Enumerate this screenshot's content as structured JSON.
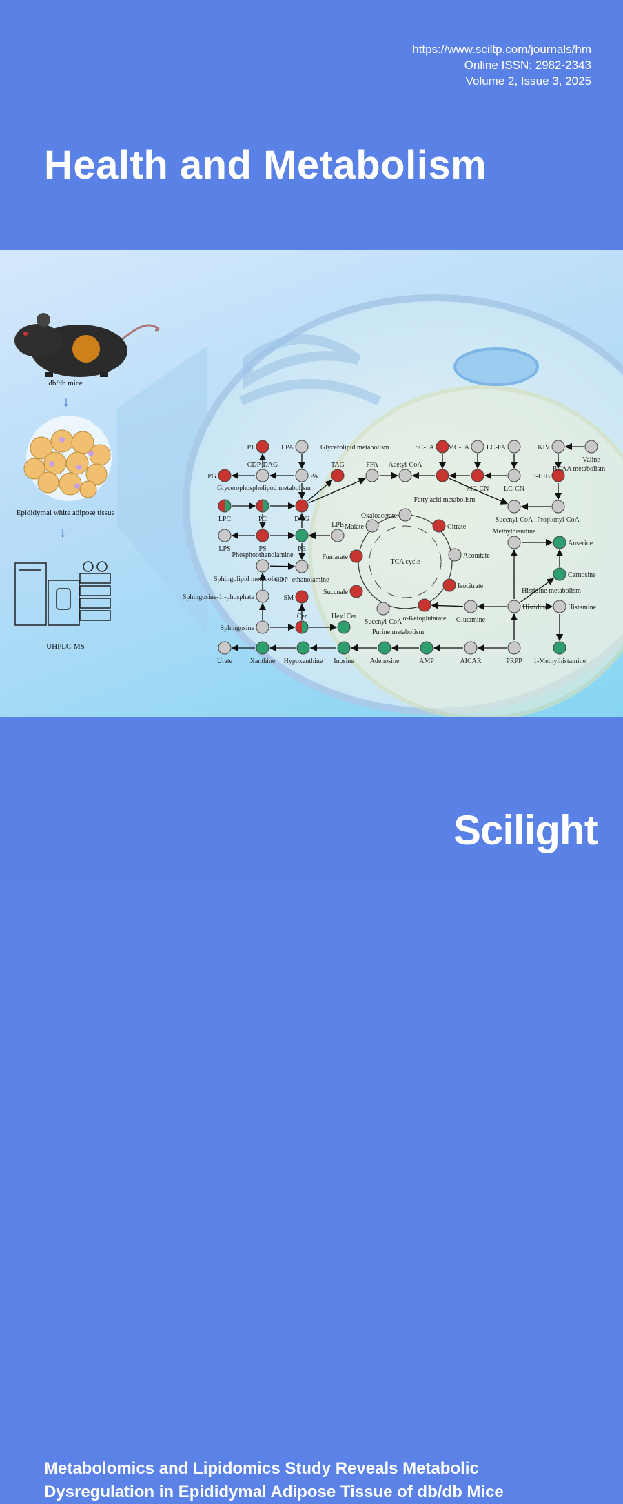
{
  "header": {
    "url": "https://www.sciltp.com/journals/hm",
    "issn": "Online ISSN: 2982-2343",
    "volume": "Volume 2, Issue 3, 2025",
    "journal_title": "Health and Metabolism"
  },
  "workflow": {
    "step1": "db/db mice",
    "step2": "Epididymal white adipose tissue",
    "step3": "UHPLC-MS"
  },
  "pathway": {
    "colors": {
      "up": "#c8342f",
      "down": "#2f9e6e",
      "unchanged": "#c9c9c9"
    },
    "groups": [
      "Glycerolipid  metabolism",
      "Glycerophospholipod metabolism",
      "Fatty acid metabolism",
      "BCAA metabolism",
      "Histidine metabolism",
      "Purine metabolism",
      "Sphingolipid metabolism",
      "TCA cycle"
    ],
    "nodes": [
      {
        "label": "P1",
        "state": "up"
      },
      {
        "label": "LPA",
        "state": "unchanged"
      },
      {
        "label": "PG",
        "state": "up"
      },
      {
        "label": "CDP-DAG",
        "state": "unchanged"
      },
      {
        "label": "PA",
        "state": "unchanged"
      },
      {
        "label": "TAG",
        "state": "up"
      },
      {
        "label": "FFA",
        "state": "unchanged"
      },
      {
        "label": "Acetyl-CoA",
        "state": "unchanged"
      },
      {
        "label": "DAG",
        "state": "up"
      },
      {
        "label": "PC",
        "state": "mixed"
      },
      {
        "label": "LPC",
        "state": "mixed"
      },
      {
        "label": "PS",
        "state": "up"
      },
      {
        "label": "LPS",
        "state": "unchanged"
      },
      {
        "label": "PE",
        "state": "down"
      },
      {
        "label": "LPE",
        "state": "unchanged"
      },
      {
        "label": "Phosphoothanolamine",
        "state": "unchanged"
      },
      {
        "label": "CDP- ethanolamine",
        "state": "unchanged"
      },
      {
        "label": "Sphingosine-1 -phosphate",
        "state": "unchanged"
      },
      {
        "label": "SM",
        "state": "up"
      },
      {
        "label": "Sphingosine",
        "state": "unchanged"
      },
      {
        "label": "Cer",
        "state": "mixed"
      },
      {
        "label": "Hex1Cer",
        "state": "down"
      },
      {
        "label": "Urate",
        "state": "unchanged"
      },
      {
        "label": "Xanthine",
        "state": "down"
      },
      {
        "label": "Hypoxanthine",
        "state": "down"
      },
      {
        "label": "Inosine",
        "state": "down"
      },
      {
        "label": "Adenosine",
        "state": "down"
      },
      {
        "label": "AMP",
        "state": "down"
      },
      {
        "label": "AICAR",
        "state": "unchanged"
      },
      {
        "label": "PRPP",
        "state": "unchanged"
      },
      {
        "label": "Histidine",
        "state": "unchanged"
      },
      {
        "label": "Glutamine",
        "state": "unchanged"
      },
      {
        "label": "α-Ketoglutarate",
        "state": "up"
      },
      {
        "label": "Histamine",
        "state": "unchanged"
      },
      {
        "label": "1-Methylhistamine",
        "state": "down"
      },
      {
        "label": "Carnosine",
        "state": "down"
      },
      {
        "label": "Methylhisndine",
        "state": "unchanged"
      },
      {
        "label": "Anserine",
        "state": "down"
      },
      {
        "label": "Succnyl-CoA",
        "state": "unchanged"
      },
      {
        "label": "Propionyl-CoA",
        "state": "unchanged"
      },
      {
        "label": "3-HIB",
        "state": "up"
      },
      {
        "label": "KIV",
        "state": "unchanged"
      },
      {
        "label": "Valine",
        "state": "unchanged"
      },
      {
        "label": "SC-FA",
        "state": "up"
      },
      {
        "label": "MC-FA",
        "state": "unchanged"
      },
      {
        "label": "LC-FA",
        "state": "unchanged"
      },
      {
        "label": "",
        "state": "up"
      },
      {
        "label": "MC-CN",
        "state": "up"
      },
      {
        "label": "LC-CN",
        "state": "unchanged"
      },
      {
        "label": "Oxaloacetate",
        "state": "unchanged"
      },
      {
        "label": "Citrate",
        "state": "up"
      },
      {
        "label": "Aconitate",
        "state": "unchanged"
      },
      {
        "label": "Isocitrate",
        "state": "up"
      },
      {
        "label": "Succnyl-CoA",
        "state": "unchanged"
      },
      {
        "label": "Succnale",
        "state": "up"
      },
      {
        "label": "Fumarate",
        "state": "up"
      },
      {
        "label": "Malate",
        "state": "unchanged"
      }
    ]
  },
  "article": {
    "title_line1": "Metabolomics and Lipidomics Study Reveals Metabolic",
    "title_line2": "Dysregulation in Epididymal Adipose Tissue of db/db Mice"
  },
  "publisher": {
    "logo_text": "Scilight"
  }
}
